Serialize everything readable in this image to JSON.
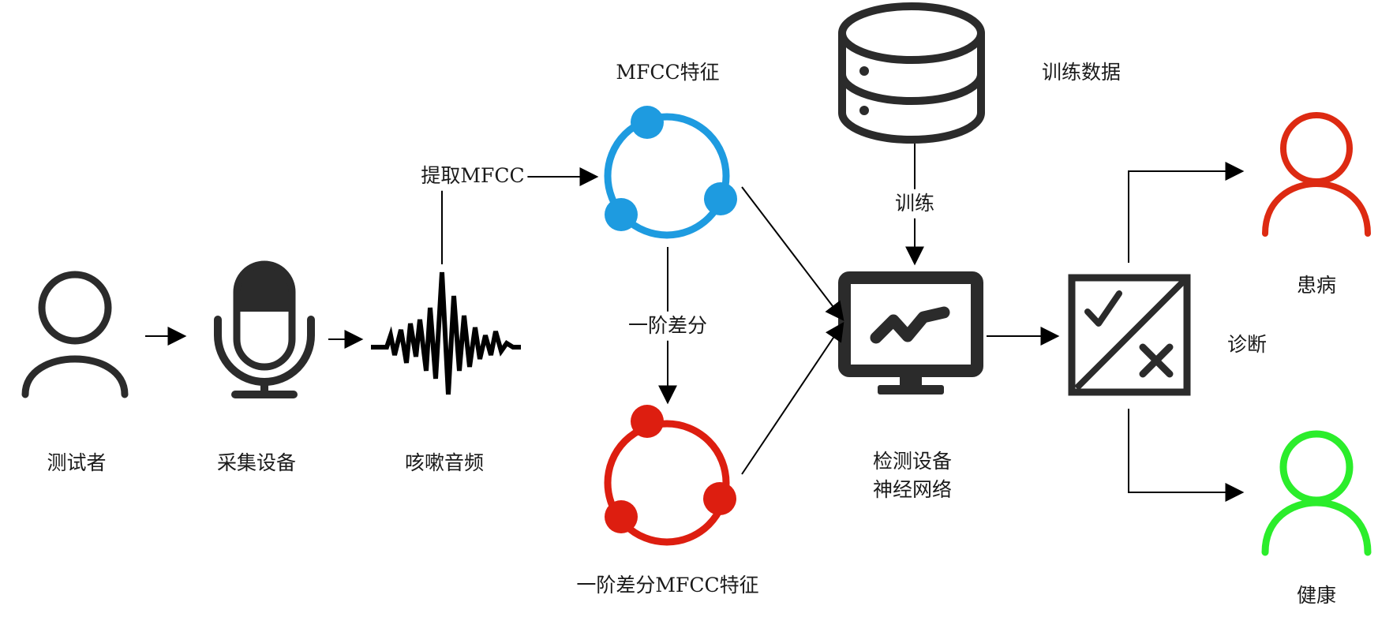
{
  "labels": {
    "tester": "测试者",
    "device": "采集设备",
    "audio": "咳嗽音频",
    "extract": "提取MFCC",
    "mfcc": "MFCC特征",
    "delta": "一阶差分",
    "delta_mfcc": "一阶差分MFCC特征",
    "train_data": "训练数据",
    "train": "训练",
    "detector_line1": "检测设备",
    "detector_line2": "神经网络",
    "diagnosis": "诊断",
    "sick": "患病",
    "healthy": "健康"
  },
  "colors": {
    "dark": "#2b2b2b",
    "mfcc_blue": "#1e9be0",
    "delta_red": "#dd1e10",
    "sick_red": "#dd2a12",
    "healthy_green": "#2bed2b"
  },
  "icons": [
    "person-icon",
    "microphone-icon",
    "waveform-icon",
    "share-nodes-icon",
    "database-icon",
    "monitor-icon",
    "check-cross-icon"
  ]
}
